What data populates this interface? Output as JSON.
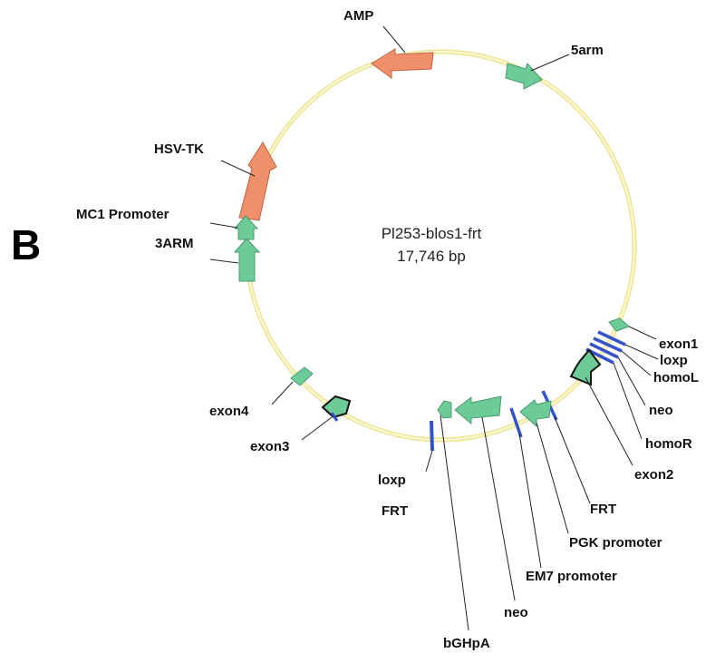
{
  "panel_letter": "B",
  "plasmid": {
    "name": "Pl253-blos1-frt",
    "size": "17,746 bp"
  },
  "colors": {
    "backbone": "#f3eca0",
    "green_feature": "#6ccb96",
    "orange_feature": "#f0906a",
    "site": "#3553c8",
    "outline": "#111111"
  },
  "features": {
    "amp": "AMP",
    "arm5": "5arm",
    "hsvtk": "HSV-TK",
    "mc1": "MC1 Promoter",
    "arm3": "3ARM",
    "exon1": "exon1",
    "loxp1": "loxp",
    "homol": "homoL",
    "neo1": "neo",
    "homor": "homoR",
    "exon2": "exon2",
    "frt1": "FRT",
    "pgk": "PGK promoter",
    "em7": "EM7 promoter",
    "neo2": "neo",
    "bghpa": "bGHpA",
    "loxp2": "loxp",
    "frt2": "FRT",
    "exon3": "exon3",
    "exon4": "exon4"
  }
}
